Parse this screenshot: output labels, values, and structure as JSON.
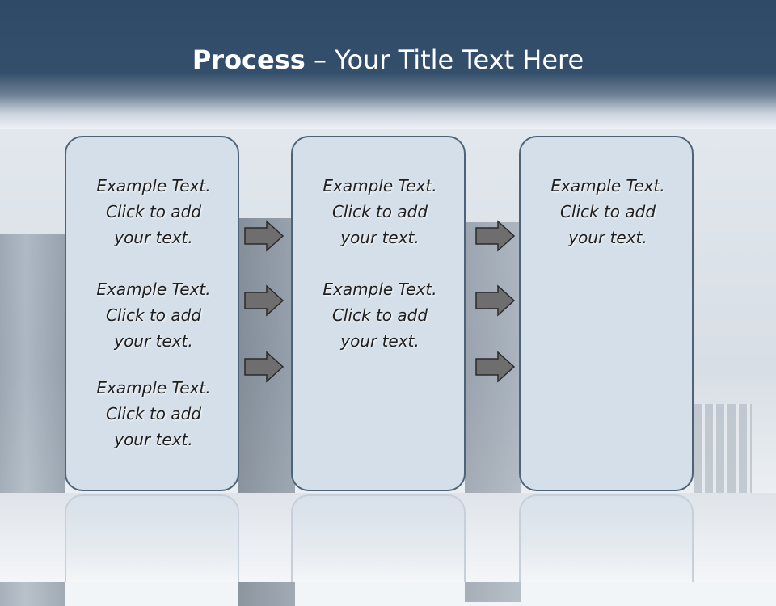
{
  "slide": {
    "title_bold": "Process",
    "title_rest": " – Your Title Text Here"
  },
  "columns": [
    {
      "blocks": [
        {
          "line1": "Example Text.",
          "line2": "Click  to add",
          "line3": "your text."
        },
        {
          "line1": "Example Text.",
          "line2": "Click  to add",
          "line3": "your text."
        },
        {
          "line1": "Example Text.",
          "line2": "Click  to add",
          "line3": "your text."
        }
      ]
    },
    {
      "blocks": [
        {
          "line1": "Example Text.",
          "line2": "Click  to add",
          "line3": "your text."
        },
        {
          "line1": "Example Text.",
          "line2": "Click  to add",
          "line3": "your text."
        }
      ]
    },
    {
      "blocks": [
        {
          "line1": "Example Text.",
          "line2": "Click  to add",
          "line3": "your text."
        }
      ]
    }
  ],
  "colors": {
    "header": "#2f4a66",
    "box_fill": "#d5dfe9",
    "box_border": "#4e6378",
    "arrow_fill": "#6e6e6e"
  },
  "icons": {
    "arrow": "right-arrow-icon"
  }
}
